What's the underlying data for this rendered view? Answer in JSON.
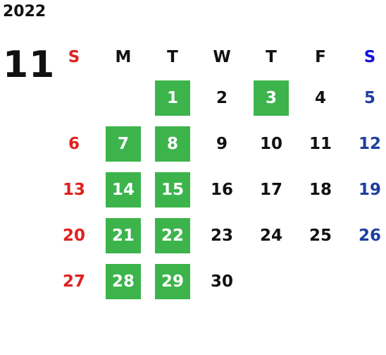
{
  "calendar": {
    "year": "2022",
    "month": "11",
    "colors": {
      "sunday": "#e02020",
      "saturday": "#1f3f9f",
      "saturday_header": "#1010e0",
      "weekday": "#111111",
      "highlight_bg": "#3cb44b",
      "highlight_text": "#ffffff"
    },
    "weekdays": [
      {
        "label": "S",
        "kind": "sunday"
      },
      {
        "label": "M",
        "kind": "weekday"
      },
      {
        "label": "T",
        "kind": "weekday"
      },
      {
        "label": "W",
        "kind": "weekday"
      },
      {
        "label": "T",
        "kind": "weekday"
      },
      {
        "label": "F",
        "kind": "weekday"
      },
      {
        "label": "S",
        "kind": "saturday"
      }
    ],
    "weeks": [
      [
        "",
        "",
        "1",
        "2",
        "3",
        "4",
        "5"
      ],
      [
        "6",
        "7",
        "8",
        "9",
        "10",
        "11",
        "12"
      ],
      [
        "13",
        "14",
        "15",
        "16",
        "17",
        "18",
        "19"
      ],
      [
        "20",
        "21",
        "22",
        "23",
        "24",
        "25",
        "26"
      ],
      [
        "27",
        "28",
        "29",
        "30",
        "",
        "",
        ""
      ]
    ],
    "highlighted_days": [
      "1",
      "3",
      "7",
      "8",
      "14",
      "15",
      "21",
      "22",
      "28",
      "29"
    ]
  }
}
